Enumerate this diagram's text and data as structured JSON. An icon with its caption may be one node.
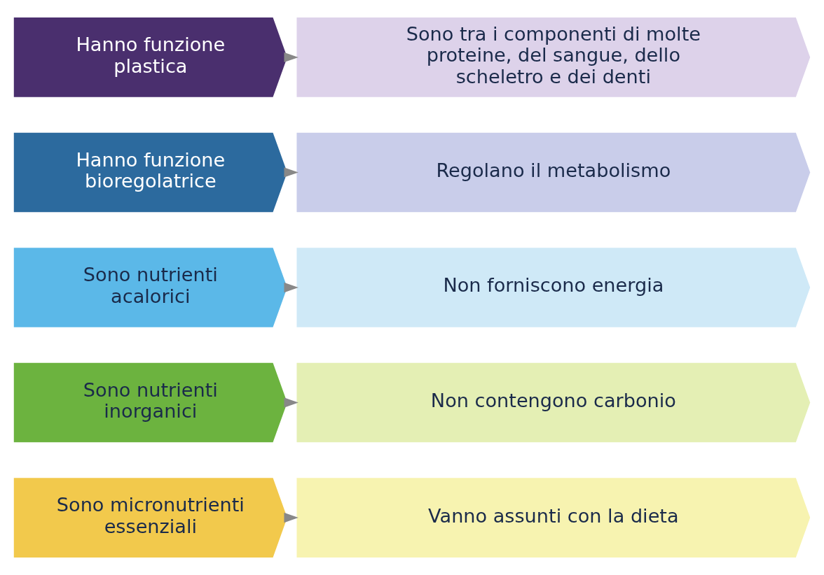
{
  "diagram": {
    "nodes": [
      {
        "text": [
          "Sono micronutrienti essenziali"
        ]
      },
      {
        "text": [
          "Vanno assunti con la dieta"
        ]
      },
      {
        "text": [
          "Sono nutrienti inorganici"
        ]
      },
      {
        "text": [
          "Non contengono carbonio"
        ]
      },
      {
        "text": [
          "Sono nutrienti acalorici"
        ]
      },
      {
        "text": [
          "Non forniscono energia"
        ]
      },
      {
        "text": [
          "Hanno funzione bioregolatrice"
        ]
      },
      {
        "text": [
          "Regolano il metabolismo"
        ]
      },
      {
        "text": [
          "Hanno funzione plastica"
        ]
      },
      {
        "text": [
          "Sono tra i componenti di molte proteine, del sangue, dello scheletro e dei denti"
        ]
      }
    ],
    "edges": [
      {
        "from": 0,
        "to": 1,
        "arrow": "to"
      },
      {
        "from": 2,
        "to": 3,
        "arrow": "to"
      },
      {
        "from": 4,
        "to": 5,
        "arrow": "to"
      },
      {
        "from": 6,
        "to": 7,
        "arrow": "to"
      },
      {
        "from": 8,
        "to": 9,
        "arrow": "to"
      }
    ]
  }
}
